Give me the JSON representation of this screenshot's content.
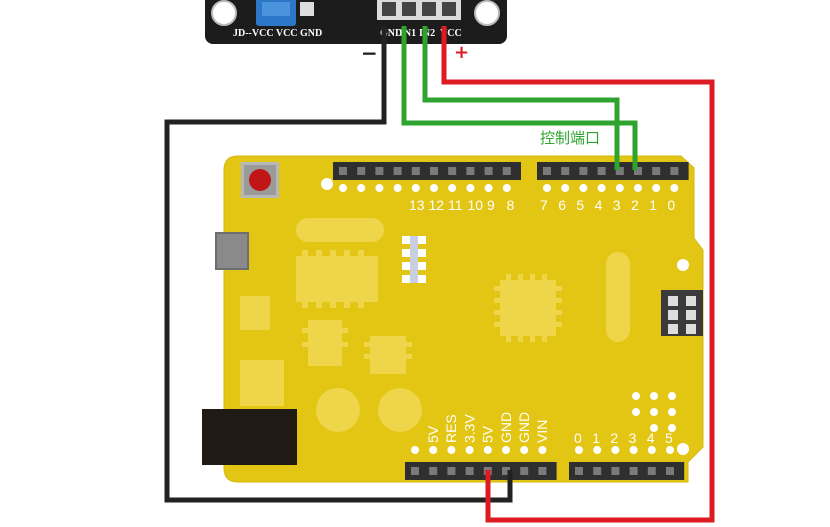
{
  "module": {
    "left_labels": "JD--VCC VCC GND",
    "pins": [
      "GND",
      "IN1",
      "IN2",
      "VCC"
    ],
    "minus_sign": "−",
    "plus_sign": "+"
  },
  "annotation": {
    "text": "控制端口"
  },
  "board": {
    "top_digital_left": [
      "13",
      "12",
      "11",
      "10",
      "9",
      "8"
    ],
    "top_digital_right": [
      "7",
      "6",
      "5",
      "4",
      "3",
      "2",
      "1",
      "0"
    ],
    "power_pins": [
      "5V",
      "RES",
      "3.3V",
      "5V",
      "GND",
      "GND",
      "VIN"
    ],
    "analog_pins": [
      "0",
      "1",
      "2",
      "3",
      "4",
      "5"
    ]
  },
  "colors": {
    "board": "#e3c513",
    "board_shadow": "#c9aa08",
    "header": "#2f2f2f",
    "wire_black": "#222222",
    "wire_green": "#2ea42e",
    "wire_red": "#de1a22",
    "annotation": "#2ea42e"
  }
}
